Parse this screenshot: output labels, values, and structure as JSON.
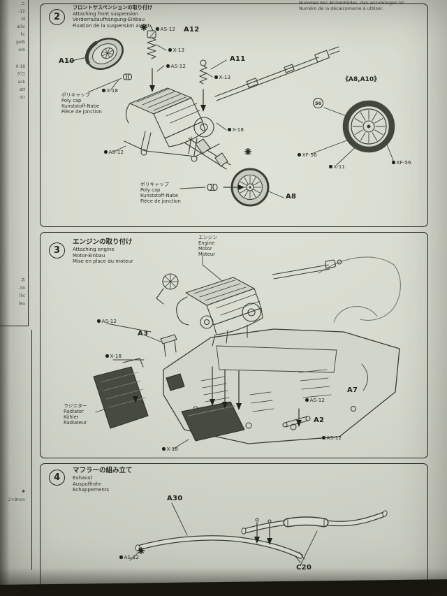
{
  "colors": {
    "paper": "#d6d9cd",
    "ink": "#23261f",
    "line": "#3a3d33",
    "dark_part": "#464a3f"
  },
  "top_note": {
    "line1": "Nummer des Abziehbildes, das anzubringen ist.",
    "line2": "Numéro de la décalcomanie à utiliser."
  },
  "callouts": {
    "as12": "AS-12",
    "x13": "X-13",
    "x18": "X-18",
    "x11": "X-11",
    "xf56": "XF-56",
    "paint56": "56"
  },
  "polycap": {
    "ja": "ポリキャップ",
    "en": "Poly cap",
    "de": "Kunststoff-Nabe",
    "fr": "Pièce de jonction"
  },
  "step2": {
    "number": "2",
    "title_ja": "フロントサスペンションの取り付け",
    "title_en": "Attaching front suspension",
    "title_de": "Vorderradaufhängung-Einbau",
    "title_fr": "Fixation de la suspension avant",
    "parts": {
      "a10": "A10",
      "a12": "A12",
      "a11": "A11",
      "a8": "A8"
    },
    "inset_label": "《A8,A10》"
  },
  "step3": {
    "number": "3",
    "title_ja": "エンジンの取り付け",
    "title_en": "Attaching engine",
    "title_de": "Motor-Einbau",
    "title_fr": "Mise en place du moteur",
    "engine_label": {
      "ja": "エンジン",
      "en": "Engine",
      "de": "Motor",
      "fr": "Moteur"
    },
    "radiator_label": {
      "ja": "ラジエター",
      "en": "Radiator",
      "de": "Kühler",
      "fr": "Radiateur"
    },
    "parts": {
      "a3": "A3",
      "a7": "A7",
      "a2": "A2"
    }
  },
  "step4": {
    "number": "4",
    "title_ja": "マフラーの組み立て",
    "title_en": "Exhaust",
    "title_de": "Auspuffrohr",
    "title_fr": "Echappements",
    "parts": {
      "a30": "A30",
      "c20": "C20"
    }
  },
  "sidebar": {
    "fragments": [
      "ニ",
      "-12",
      "ld",
      "allic",
      "lic",
      "gelb",
      "oré",
      "X-18",
      "グロ",
      "ack",
      "att",
      "oir",
      "ネ",
      "-34",
      "llic",
      "lau",
      "✱",
      "2×8mm"
    ]
  }
}
